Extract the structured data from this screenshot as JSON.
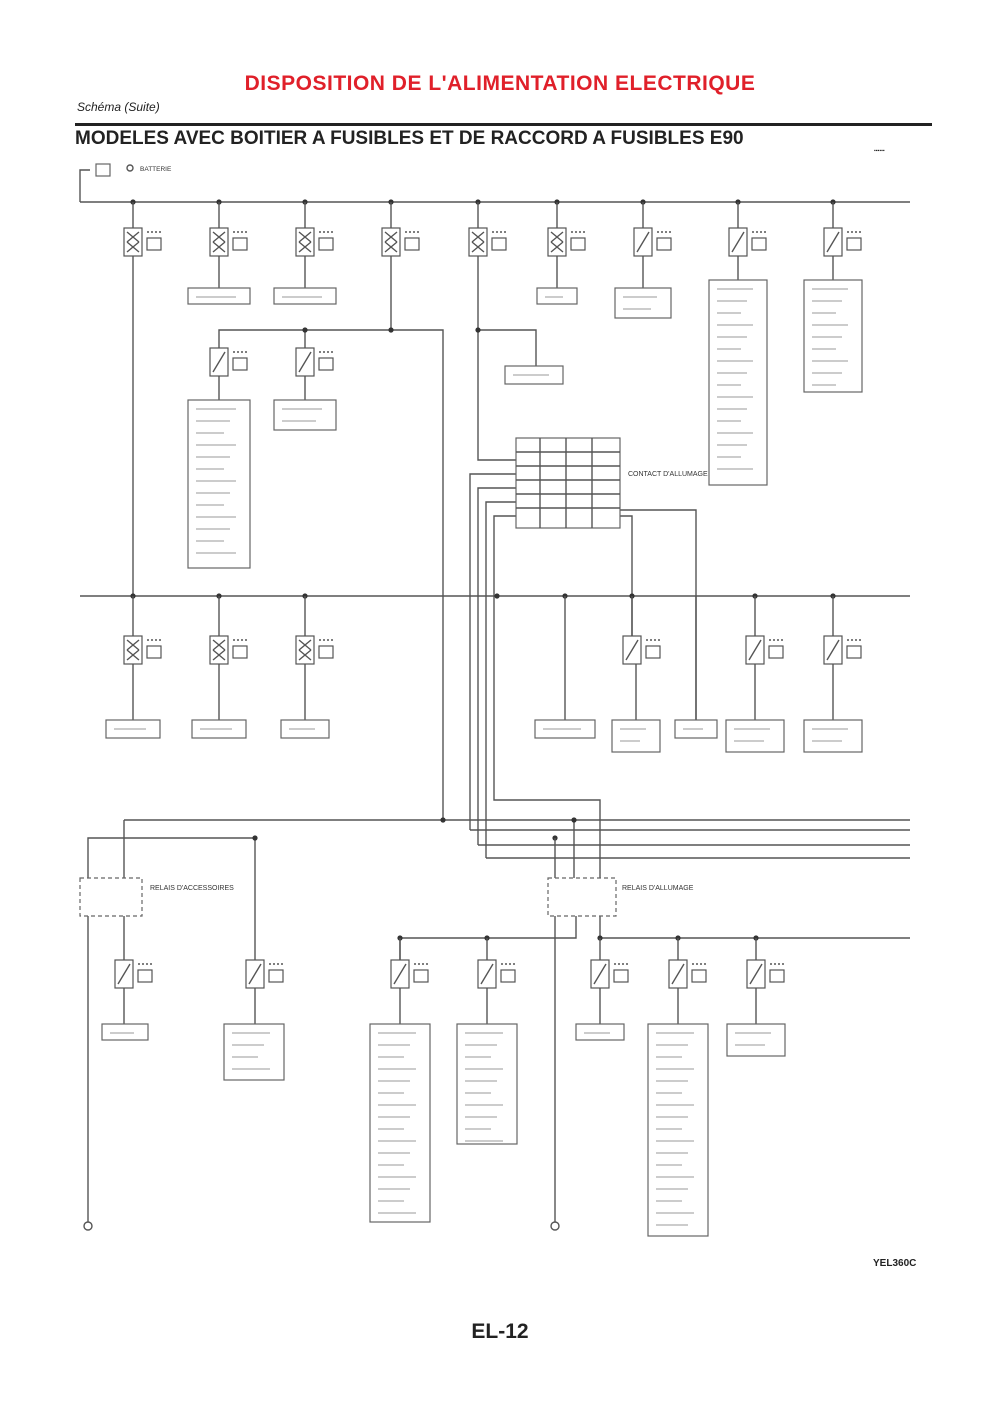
{
  "header": {
    "title": "DISPOSITION DE L'ALIMENTATION ELECTRIQUE",
    "subtitle": "Schéma (Suite)",
    "section_title": "MODELES AVEC BOITIER A FUSIBLES ET DE RACCORD A FUSIBLES E90"
  },
  "footer": {
    "code": "YEL360C",
    "page": "EL-12"
  },
  "labels": {
    "battery": "BATTERIE",
    "ignition_switch": "CONTACT D'ALLUMAGE",
    "relay_accessories": "RELAIS D'ACCESSOIRES",
    "relay_ignition": "RELAIS D'ALLUMAGE"
  }
}
